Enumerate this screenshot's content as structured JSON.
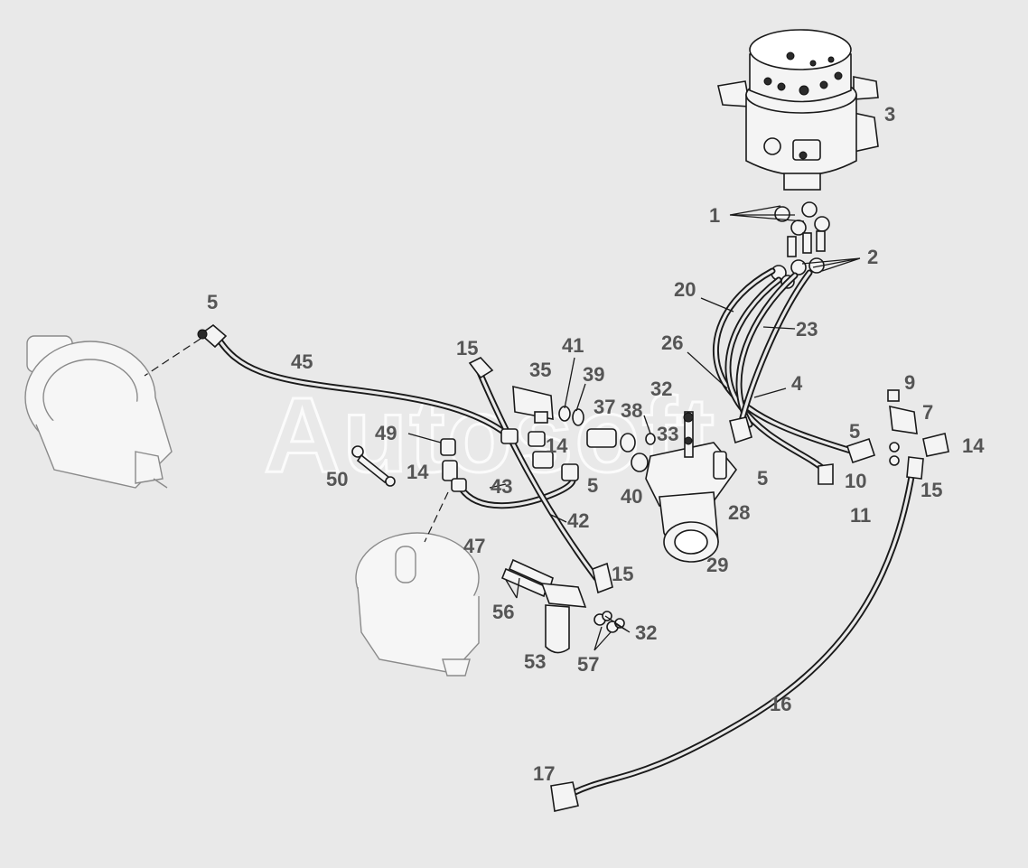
{
  "watermark": "Autosoft",
  "labels": {
    "l1": "1",
    "l2": "2",
    "l3": "3",
    "l4": "4",
    "l5a": "5",
    "l5b": "5",
    "l5c": "5",
    "l5d": "5",
    "l7": "7",
    "l9": "9",
    "l10": "10",
    "l11": "11",
    "l14a": "14",
    "l14b": "14",
    "l14c": "14",
    "l15a": "15",
    "l15b": "15",
    "l15c": "15",
    "l16": "16",
    "l17": "17",
    "l20": "20",
    "l23": "23",
    "l26": "26",
    "l28": "28",
    "l29": "29",
    "l32a": "32",
    "l32b": "32",
    "l33": "33",
    "l35": "35",
    "l37": "37",
    "l38": "38",
    "l39": "39",
    "l40": "40",
    "l41": "41",
    "l42": "42",
    "l43": "43",
    "l45": "45",
    "l47": "47",
    "l49": "49",
    "l50": "50",
    "l53": "53",
    "l56": "56",
    "l57": "57"
  },
  "colors": {
    "background": "#e9e9e9",
    "label": "#555555",
    "line": "#1a1a1a"
  }
}
